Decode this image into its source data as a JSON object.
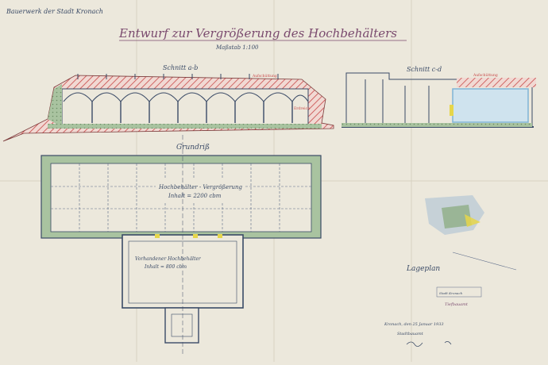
{
  "sheet": {
    "office": "Bauerwerk der Stadt Kronach",
    "title": "Entwurf zur Vergrößerung des Hochbehälters",
    "scale": "Maßstab 1:100"
  },
  "section_ab": {
    "label": "Schnitt a-b",
    "fill_label": "Aufschüttung",
    "earth_label": "Erdreich"
  },
  "section_cd": {
    "label": "Schnitt c-d",
    "fill_label": "Aufschüttung"
  },
  "plan": {
    "label": "Grundriß",
    "new_tank_line1": "Hochbehälter - Vergrößerung",
    "new_tank_line2": "Inhalt = 2200 cbm",
    "old_tank_line1": "Vorhandener Hochbehälter",
    "old_tank_line2": "Inhalt = 800 cbm"
  },
  "site": {
    "label": "Lageplan"
  },
  "stamp": {
    "line1": "Stadt Kronach",
    "line2": "Tiefbauamt"
  },
  "signature": {
    "date": "Kronach, den 25 Januar 1933",
    "office": "Stadtbauamt"
  },
  "colors": {
    "paper": "#ece8dc",
    "ink": "#3a4a66",
    "earth_hatch": "#c94a4a",
    "concrete_green": "#8fae86",
    "water_blue": "#7fb4d6",
    "accent_yellow": "#e6d64a"
  }
}
